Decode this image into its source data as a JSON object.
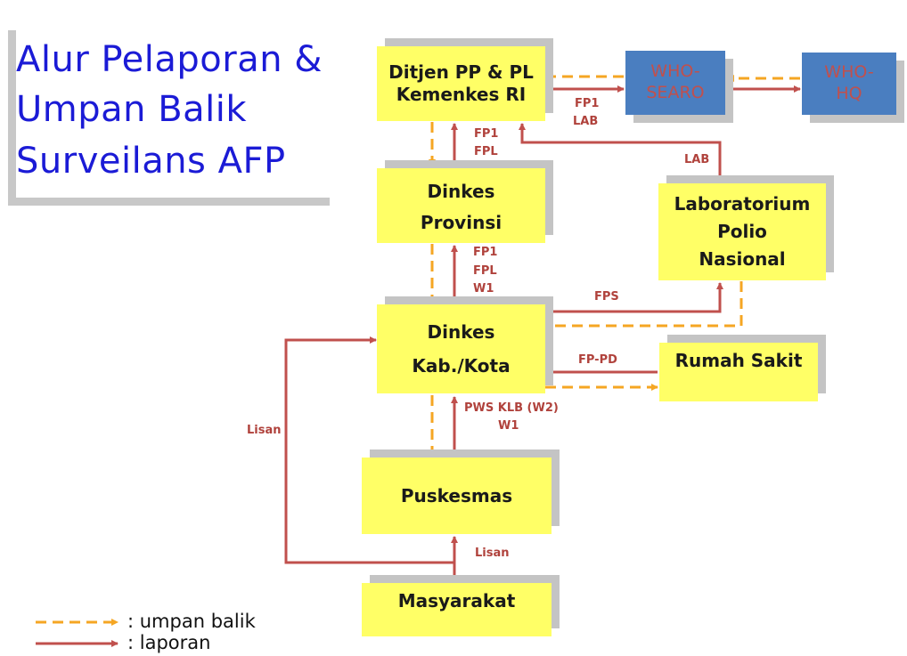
{
  "title": {
    "line1": "Alur Pelaporan &",
    "line2": "Umpan Balik",
    "line3": "Surveilans AFP"
  },
  "nodes": {
    "ditjen": {
      "line1": "Ditjen PP & PL",
      "line2": "Kemenkes RI"
    },
    "who_searo": {
      "line1": "WHO-",
      "line2": "SEARO"
    },
    "who_hq": {
      "line1": "WHO-",
      "line2": "HQ"
    },
    "dinkes_prov": {
      "line1": "Dinkes",
      "line2": "Provinsi"
    },
    "lab": {
      "line1": "Laboratorium",
      "line2": "Polio",
      "line3": "Nasional"
    },
    "dinkes_kab": {
      "line1": "Dinkes",
      "line2": "Kab./Kota"
    },
    "rumah_sakit": {
      "line1": "Rumah Sakit"
    },
    "puskesmas": {
      "line1": "Puskesmas"
    },
    "masyarakat": {
      "line1": "Masyarakat"
    }
  },
  "labels": {
    "ditjen_searo_1": "FP1",
    "ditjen_searo_2": "LAB",
    "prov_ditjen_1": "FP1",
    "prov_ditjen_2": "FPL",
    "lab_ditjen": "LAB",
    "kab_prov_1": "FP1",
    "kab_prov_2": "FPL",
    "kab_prov_3": "W1",
    "kab_lab": "FPS",
    "rs_kab": "FP-PD",
    "pusk_kab_1": "PWS KLB (W2)",
    "pusk_kab_2": "W1",
    "masy_kab": "Lisan",
    "masy_pusk": "Lisan"
  },
  "legend": {
    "feedback": ": umpan balik",
    "report": ": laporan"
  },
  "colors": {
    "report": "#c0504d",
    "feedback": "#f5a623",
    "box_yellow": "#ffff66",
    "box_blue": "#4a7ec0",
    "title": "#1b1bd6"
  }
}
